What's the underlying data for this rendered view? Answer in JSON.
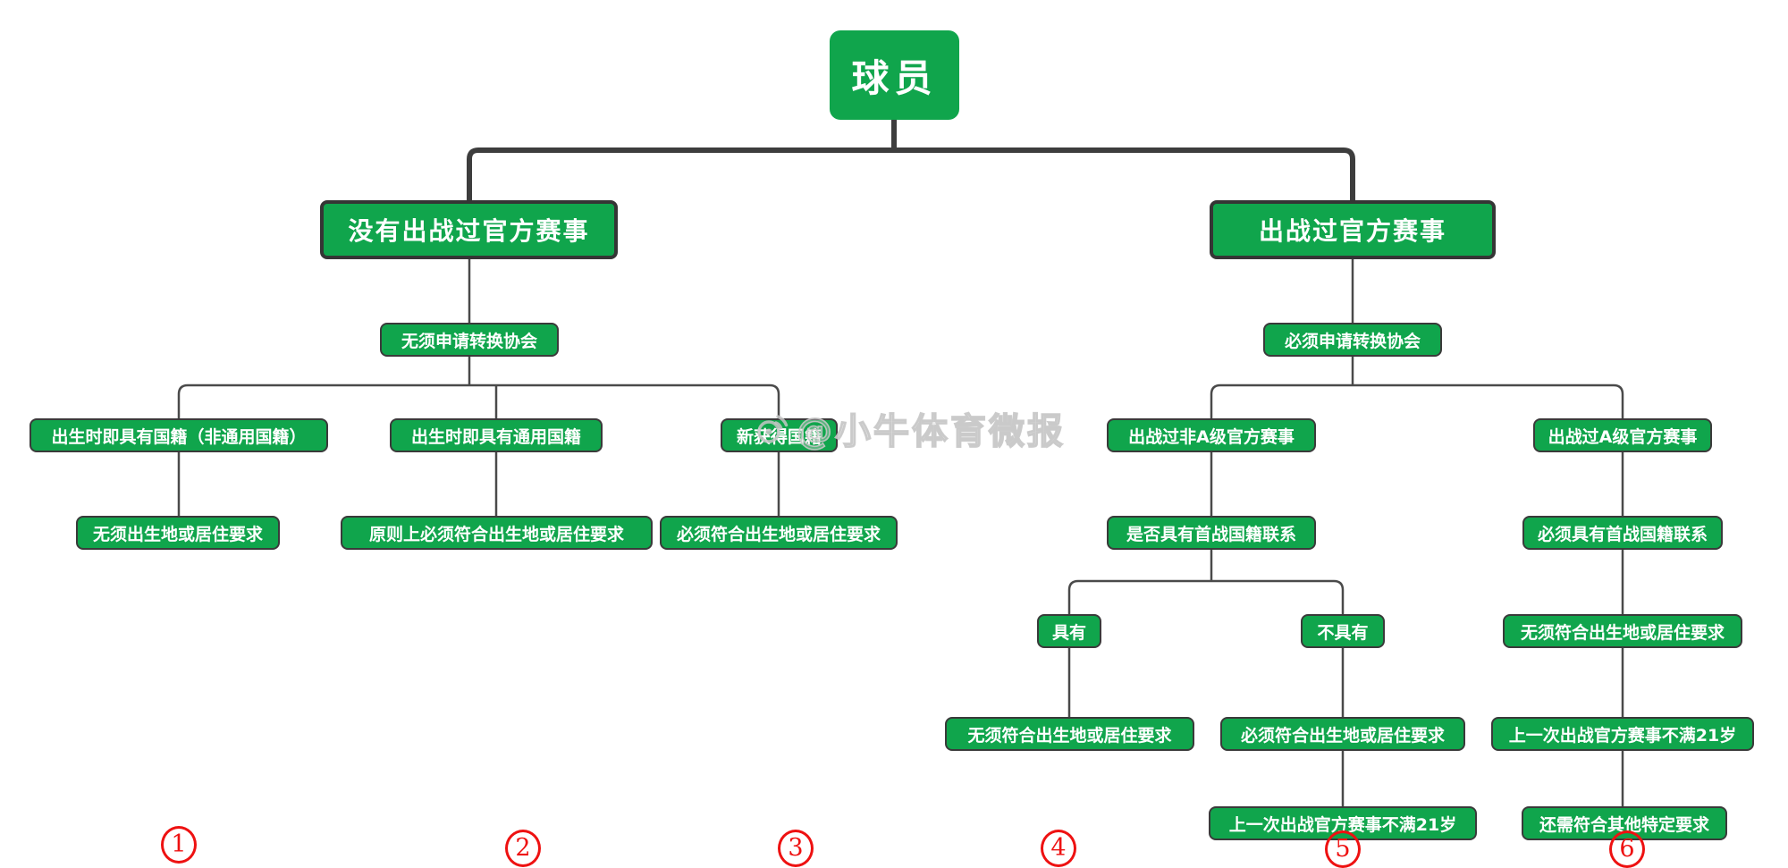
{
  "colors": {
    "node_green": "#10a54c",
    "node_text": "#ffffff",
    "border_dark": "#3a3a3a",
    "connector": "#4a4a4a",
    "footnote_red": "#ee1111",
    "watermark_gray": "#c8c8c8"
  },
  "watermark": {
    "text": "@小牛体育微报",
    "icon": "weibo-icon"
  },
  "tree": {
    "root": "球员",
    "left": {
      "title": "没有出战过官方赛事",
      "step": "无须申请转换协会",
      "cases": [
        {
          "condition": "出生时即具有国籍（非通用国籍）",
          "requirement": "无须出生地或居住要求"
        },
        {
          "condition": "出生时即具有通用国籍",
          "requirement": "原则上必须符合出生地或居住要求"
        },
        {
          "condition": "新获得国籍",
          "requirement": "必须符合出生地或居住要求"
        }
      ]
    },
    "right": {
      "title": "出战过官方赛事",
      "step": "必须申请转换协会",
      "non_a": {
        "condition": "出战过非A级官方赛事",
        "question": "是否具有首战国籍联系",
        "yes_label": "具有",
        "no_label": "不具有",
        "yes_requirement": "无须符合出生地或居住要求",
        "no_requirement": "必须符合出生地或居住要求",
        "no_extra": "上一次出战官方赛事不满21岁"
      },
      "a": {
        "condition": "出战过A级官方赛事",
        "steps": [
          "必须具有首战国籍联系",
          "无须符合出生地或居住要求",
          "上一次出战官方赛事不满21岁",
          "还需符合其他特定要求"
        ]
      }
    }
  },
  "footnotes": [
    "1",
    "2",
    "3",
    "4",
    "5",
    "6"
  ]
}
